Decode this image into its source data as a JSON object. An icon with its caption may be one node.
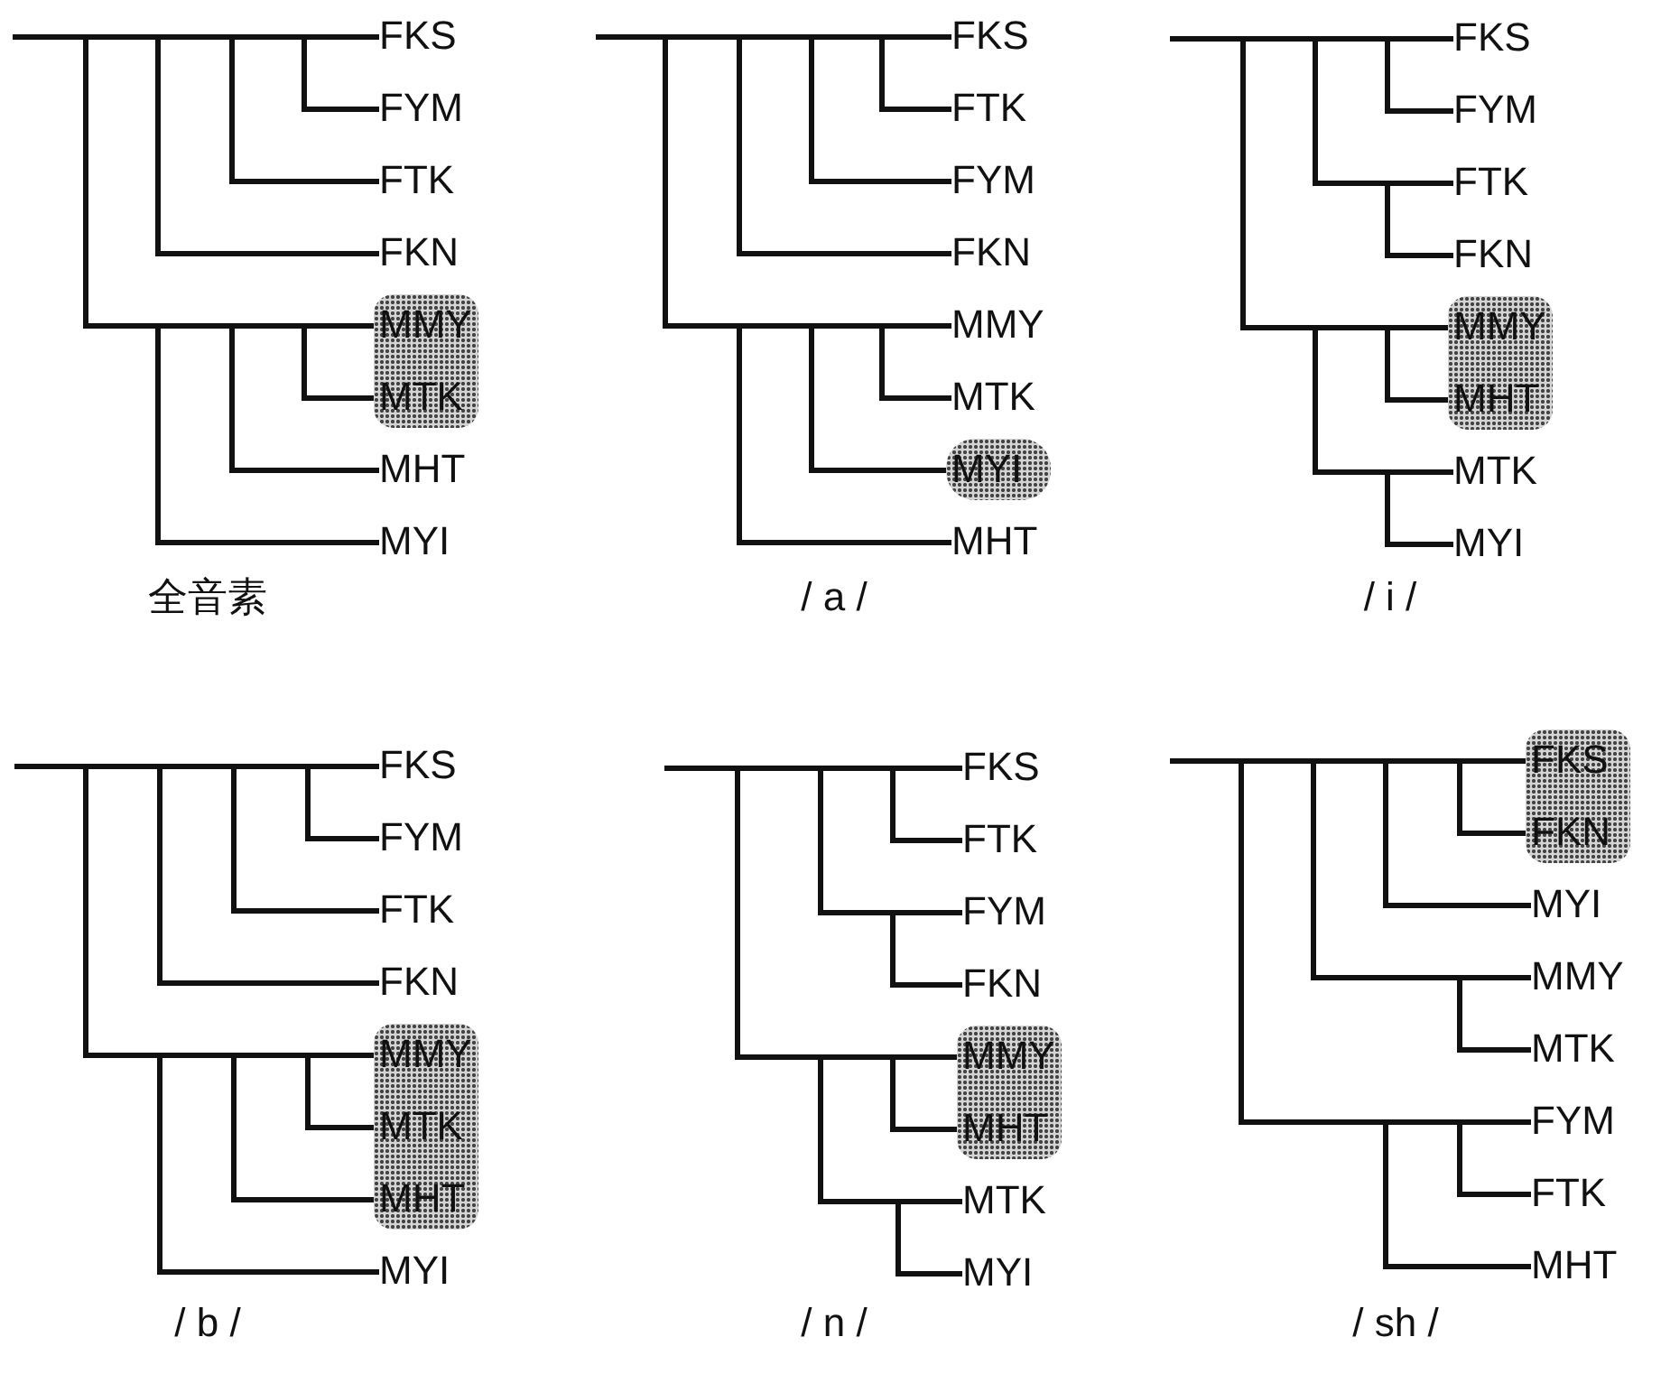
{
  "diagram": {
    "nodes": [
      {
        "text": [],
        "shape": "bar"
      },
      {
        "text": [],
        "shape": "bar"
      },
      {
        "text": [],
        "shape": "bar"
      },
      {
        "text": [],
        "shape": "bar"
      },
      {
        "text": [
          "FKS"
        ]
      },
      {
        "text": [
          "FYM"
        ]
      },
      {
        "text": [
          "FTK"
        ]
      },
      {
        "text": [
          "FKN"
        ]
      },
      {
        "text": [],
        "shape": "bar"
      },
      {
        "text": [],
        "shape": "bar"
      },
      {
        "text": [],
        "shape": "bar"
      },
      {
        "text": [],
        "shape": "box"
      },
      {
        "text": [
          "MMY"
        ],
        "in": 11
      },
      {
        "text": [
          "MTK"
        ],
        "in": 11
      },
      {
        "text": [
          "MHT"
        ]
      },
      {
        "text": [
          "MYI"
        ]
      },
      {
        "text": [],
        "shape": "bar"
      },
      {
        "text": [],
        "shape": "bar"
      },
      {
        "text": [],
        "shape": "bar"
      },
      {
        "text": [],
        "shape": "bar"
      },
      {
        "text": [
          "FKS"
        ]
      },
      {
        "text": [
          "FTK"
        ]
      },
      {
        "text": [
          "FYM"
        ]
      },
      {
        "text": [
          "FKN"
        ]
      },
      {
        "text": [],
        "shape": "bar"
      },
      {
        "text": [],
        "shape": "bar"
      },
      {
        "text": [],
        "shape": "bar"
      },
      {
        "text": [
          "MMY"
        ]
      },
      {
        "text": [
          "MTK"
        ]
      },
      {
        "text": [],
        "shape": "box"
      },
      {
        "text": [
          "MYI"
        ],
        "in": 29
      },
      {
        "text": [
          "MHT"
        ]
      },
      {
        "text": [],
        "shape": "bar"
      },
      {
        "text": [],
        "shape": "bar"
      },
      {
        "text": [],
        "shape": "bar"
      },
      {
        "text": [
          "FKS"
        ]
      },
      {
        "text": [
          "FYM"
        ]
      },
      {
        "text": [],
        "shape": "bar"
      },
      {
        "text": [
          "FTK"
        ]
      },
      {
        "text": [
          "FKN"
        ]
      },
      {
        "text": [],
        "shape": "bar"
      },
      {
        "text": [],
        "shape": "bar"
      },
      {
        "text": [],
        "shape": "box"
      },
      {
        "text": [
          "MMY"
        ],
        "in": 42
      },
      {
        "text": [
          "MHT"
        ],
        "in": 42
      },
      {
        "text": [],
        "shape": "bar"
      },
      {
        "text": [
          "MTK"
        ]
      },
      {
        "text": [
          "MYI"
        ]
      },
      {
        "text": [],
        "shape": "bar"
      },
      {
        "text": [],
        "shape": "bar"
      },
      {
        "text": [],
        "shape": "bar"
      },
      {
        "text": [],
        "shape": "bar"
      },
      {
        "text": [
          "FKS"
        ]
      },
      {
        "text": [
          "FYM"
        ]
      },
      {
        "text": [
          "FTK"
        ]
      },
      {
        "text": [
          "FKN"
        ]
      },
      {
        "text": [],
        "shape": "bar"
      },
      {
        "text": [],
        "shape": "bar"
      },
      {
        "text": [],
        "shape": "bar"
      },
      {
        "text": [],
        "shape": "box"
      },
      {
        "text": [
          "MMY"
        ],
        "in": 59
      },
      {
        "text": [
          "MTK"
        ],
        "in": 59
      },
      {
        "text": [
          "MHT"
        ],
        "in": 59
      },
      {
        "text": [
          "MYI"
        ]
      },
      {
        "text": [],
        "shape": "bar"
      },
      {
        "text": [],
        "shape": "bar"
      },
      {
        "text": [],
        "shape": "bar"
      },
      {
        "text": [
          "FKS"
        ]
      },
      {
        "text": [
          "FTK"
        ]
      },
      {
        "text": [],
        "shape": "bar"
      },
      {
        "text": [
          "FYM"
        ]
      },
      {
        "text": [
          "FKN"
        ]
      },
      {
        "text": [],
        "shape": "bar"
      },
      {
        "text": [],
        "shape": "bar"
      },
      {
        "text": [],
        "shape": "box"
      },
      {
        "text": [
          "MMY"
        ],
        "in": 74
      },
      {
        "text": [
          "MHT"
        ],
        "in": 74
      },
      {
        "text": [],
        "shape": "bar"
      },
      {
        "text": [
          "MTK"
        ]
      },
      {
        "text": [
          "MYI"
        ]
      },
      {
        "text": [],
        "shape": "bar"
      },
      {
        "text": [],
        "shape": "bar"
      },
      {
        "text": [],
        "shape": "bar"
      },
      {
        "text": [],
        "shape": "bar"
      },
      {
        "text": [],
        "shape": "box"
      },
      {
        "text": [
          "FKS"
        ],
        "in": 84
      },
      {
        "text": [
          "FKN"
        ],
        "in": 84
      },
      {
        "text": [
          "MYI"
        ]
      },
      {
        "text": [],
        "shape": "bar"
      },
      {
        "text": [
          "MMY"
        ]
      },
      {
        "text": [
          "MTK"
        ]
      },
      {
        "text": [],
        "shape": "bar"
      },
      {
        "text": [],
        "shape": "bar"
      },
      {
        "text": [
          "FYM"
        ]
      },
      {
        "text": [
          "FTK"
        ]
      },
      {
        "text": [
          "MHT"
        ]
      }
    ],
    "edges": [
      {
        "from": null,
        "to": 0,
        "arrow": "none"
      },
      {
        "from": 0,
        "to": 1,
        "arrow": "none"
      },
      {
        "from": 0,
        "to": 8,
        "arrow": "none"
      },
      {
        "from": 1,
        "to": 2,
        "arrow": "none"
      },
      {
        "from": 1,
        "to": 7,
        "arrow": "none"
      },
      {
        "from": 2,
        "to": 3,
        "arrow": "none"
      },
      {
        "from": 2,
        "to": 6,
        "arrow": "none"
      },
      {
        "from": 3,
        "to": 4,
        "arrow": "none"
      },
      {
        "from": 3,
        "to": 5,
        "arrow": "none"
      },
      {
        "from": 8,
        "to": 9,
        "arrow": "none"
      },
      {
        "from": 8,
        "to": 15,
        "arrow": "none"
      },
      {
        "from": 9,
        "to": 10,
        "arrow": "none"
      },
      {
        "from": 9,
        "to": 14,
        "arrow": "none"
      },
      {
        "from": 10,
        "to": 12,
        "arrow": "none"
      },
      {
        "from": 10,
        "to": 13,
        "arrow": "none"
      },
      {
        "from": null,
        "to": 16,
        "arrow": "none"
      },
      {
        "from": 16,
        "to": 17,
        "arrow": "none"
      },
      {
        "from": 16,
        "to": 24,
        "arrow": "none"
      },
      {
        "from": 17,
        "to": 18,
        "arrow": "none"
      },
      {
        "from": 17,
        "to": 23,
        "arrow": "none"
      },
      {
        "from": 18,
        "to": 19,
        "arrow": "none"
      },
      {
        "from": 18,
        "to": 22,
        "arrow": "none"
      },
      {
        "from": 19,
        "to": 20,
        "arrow": "none"
      },
      {
        "from": 19,
        "to": 21,
        "arrow": "none"
      },
      {
        "from": 24,
        "to": 25,
        "arrow": "none"
      },
      {
        "from": 24,
        "to": 31,
        "arrow": "none"
      },
      {
        "from": 25,
        "to": 26,
        "arrow": "none"
      },
      {
        "from": 25,
        "to": 30,
        "arrow": "none"
      },
      {
        "from": 26,
        "to": 27,
        "arrow": "none"
      },
      {
        "from": 26,
        "to": 28,
        "arrow": "none"
      },
      {
        "from": null,
        "to": 32,
        "arrow": "none"
      },
      {
        "from": 32,
        "to": 33,
        "arrow": "none"
      },
      {
        "from": 32,
        "to": 40,
        "arrow": "none"
      },
      {
        "from": 33,
        "to": 34,
        "arrow": "none"
      },
      {
        "from": 33,
        "to": 37,
        "arrow": "none"
      },
      {
        "from": 34,
        "to": 35,
        "arrow": "none"
      },
      {
        "from": 34,
        "to": 36,
        "arrow": "none"
      },
      {
        "from": 37,
        "to": 38,
        "arrow": "none"
      },
      {
        "from": 37,
        "to": 39,
        "arrow": "none"
      },
      {
        "from": 40,
        "to": 41,
        "arrow": "none"
      },
      {
        "from": 40,
        "to": 45,
        "arrow": "none"
      },
      {
        "from": 41,
        "to": 43,
        "arrow": "none"
      },
      {
        "from": 41,
        "to": 44,
        "arrow": "none"
      },
      {
        "from": 45,
        "to": 46,
        "arrow": "none"
      },
      {
        "from": 45,
        "to": 47,
        "arrow": "none"
      },
      {
        "from": null,
        "to": 48,
        "arrow": "none"
      },
      {
        "from": 48,
        "to": 49,
        "arrow": "none"
      },
      {
        "from": 48,
        "to": 56,
        "arrow": "none"
      },
      {
        "from": 49,
        "to": 50,
        "arrow": "none"
      },
      {
        "from": 49,
        "to": 55,
        "arrow": "none"
      },
      {
        "from": 50,
        "to": 51,
        "arrow": "none"
      },
      {
        "from": 50,
        "to": 54,
        "arrow": "none"
      },
      {
        "from": 51,
        "to": 52,
        "arrow": "none"
      },
      {
        "from": 51,
        "to": 53,
        "arrow": "none"
      },
      {
        "from": 56,
        "to": 57,
        "arrow": "none"
      },
      {
        "from": 56,
        "to": 63,
        "arrow": "none"
      },
      {
        "from": 57,
        "to": 58,
        "arrow": "none"
      },
      {
        "from": 57,
        "to": 62,
        "arrow": "none"
      },
      {
        "from": 58,
        "to": 60,
        "arrow": "none"
      },
      {
        "from": 58,
        "to": 61,
        "arrow": "none"
      },
      {
        "from": null,
        "to": 64,
        "arrow": "none"
      },
      {
        "from": 64,
        "to": 65,
        "arrow": "none"
      },
      {
        "from": 64,
        "to": 72,
        "arrow": "none"
      },
      {
        "from": 65,
        "to": 66,
        "arrow": "none"
      },
      {
        "from": 65,
        "to": 69,
        "arrow": "none"
      },
      {
        "from": 66,
        "to": 67,
        "arrow": "none"
      },
      {
        "from": 66,
        "to": 68,
        "arrow": "none"
      },
      {
        "from": 69,
        "to": 70,
        "arrow": "none"
      },
      {
        "from": 69,
        "to": 71,
        "arrow": "none"
      },
      {
        "from": 72,
        "to": 73,
        "arrow": "none"
      },
      {
        "from": 72,
        "to": 77,
        "arrow": "none"
      },
      {
        "from": 73,
        "to": 75,
        "arrow": "none"
      },
      {
        "from": 73,
        "to": 76,
        "arrow": "none"
      },
      {
        "from": 77,
        "to": 78,
        "arrow": "none"
      },
      {
        "from": 77,
        "to": 79,
        "arrow": "none"
      },
      {
        "from": null,
        "to": 80,
        "arrow": "none"
      },
      {
        "from": 80,
        "to": 81,
        "arrow": "none"
      },
      {
        "from": 80,
        "to": 91,
        "arrow": "none"
      },
      {
        "from": 81,
        "to": 82,
        "arrow": "none"
      },
      {
        "from": 81,
        "to": 88,
        "arrow": "none"
      },
      {
        "from": 82,
        "to": 83,
        "arrow": "none"
      },
      {
        "from": 82,
        "to": 87,
        "arrow": "none"
      },
      {
        "from": 83,
        "to": 85,
        "arrow": "none"
      },
      {
        "from": 83,
        "to": 86,
        "arrow": "none"
      },
      {
        "from": 88,
        "to": 89,
        "arrow": "none"
      },
      {
        "from": 88,
        "to": 90,
        "arrow": "none"
      },
      {
        "from": 91,
        "to": 92,
        "arrow": "none"
      },
      {
        "from": 91,
        "to": 95,
        "arrow": "none"
      },
      {
        "from": 92,
        "to": 93,
        "arrow": "none"
      },
      {
        "from": 92,
        "to": 94,
        "arrow": "none"
      }
    ],
    "labels": [
      "全音素",
      "/ a /",
      "/ i /",
      "/ b /",
      "/ n /",
      "/ sh /"
    ]
  }
}
